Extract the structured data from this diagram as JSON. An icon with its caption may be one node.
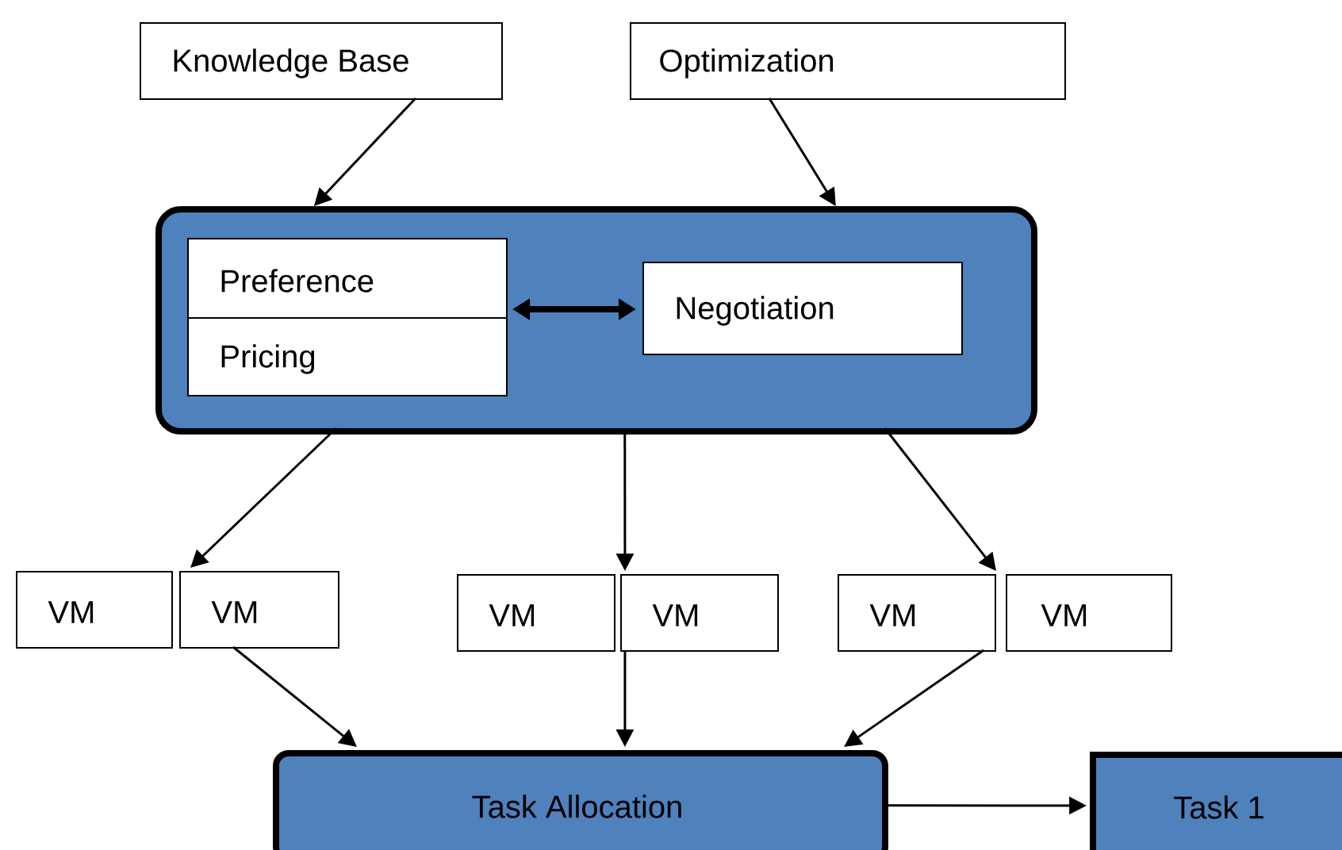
{
  "diagram": {
    "nodes": [
      {
        "text": [
          "Knowledge Base"
        ]
      },
      {
        "text": [
          "Optimization"
        ]
      },
      {
        "text": [],
        "shape": "box"
      },
      {
        "text": [
          "Preference"
        ],
        "in": 2
      },
      {
        "text": [
          "Pricing"
        ],
        "in": 2
      },
      {
        "text": [
          "Negotiation"
        ],
        "in": 2
      },
      {
        "text": [
          "VM"
        ]
      },
      {
        "text": [
          "VM"
        ]
      },
      {
        "text": [
          "VM"
        ]
      },
      {
        "text": [
          "VM"
        ]
      },
      {
        "text": [
          "VM"
        ]
      },
      {
        "text": [
          "VM"
        ]
      },
      {
        "text": [
          "Task Allocation"
        ]
      },
      {
        "text": [
          "Task 1"
        ]
      }
    ],
    "edges": [
      {
        "from": 0,
        "to": 2,
        "arrow": "to"
      },
      {
        "from": 1,
        "to": 2,
        "arrow": "to"
      },
      {
        "from": 3,
        "to": 5,
        "arrow": "both",
        "style": "thick"
      },
      {
        "from": 2,
        "to": 7,
        "arrow": "to"
      },
      {
        "from": 2,
        "to": 9,
        "arrow": "to"
      },
      {
        "from": 2,
        "to": 10,
        "arrow": "to"
      },
      {
        "from": 7,
        "to": 12,
        "arrow": "to"
      },
      {
        "from": 9,
        "to": 12,
        "arrow": "to"
      },
      {
        "from": 10,
        "to": 12,
        "arrow": "to"
      },
      {
        "from": 12,
        "to": 13,
        "arrow": "to"
      }
    ]
  }
}
